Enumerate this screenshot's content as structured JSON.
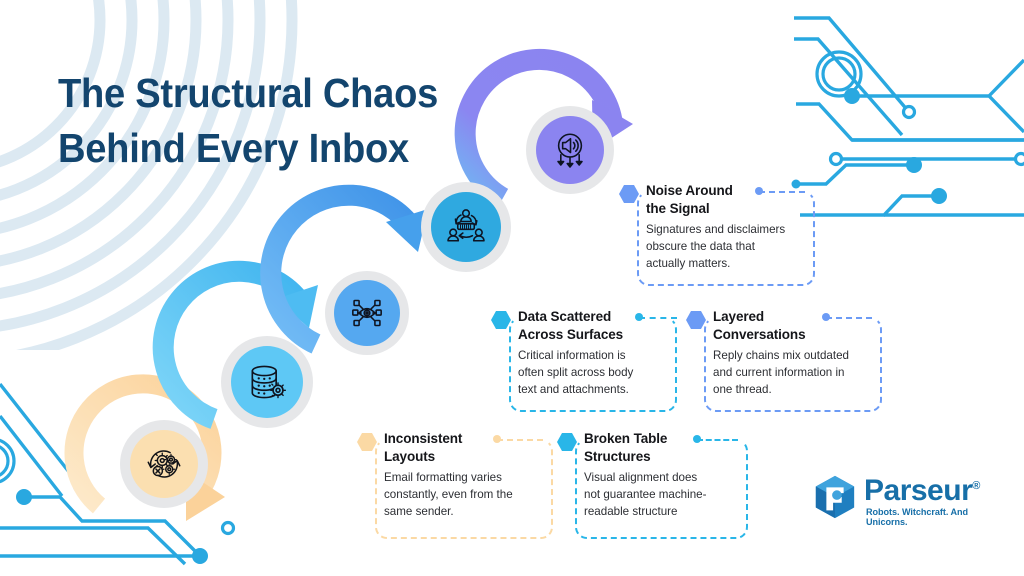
{
  "title": "The Structural Chaos\nBehind Every Inbox",
  "colors": {
    "title": "#13456e",
    "cyan": "#29b6e8",
    "blue": "#55a8f0",
    "periwinkle": "#8b84f0",
    "cornflower": "#6c9bf5",
    "peach": "#fbd9a4",
    "ring": "#e6e7e9",
    "logo": "#176fa8"
  },
  "nodes": [
    {
      "icon_name": "gears-refresh-icon",
      "disc_color": "#fbdfb0",
      "ring_color": "#e6e7e9"
    },
    {
      "icon_name": "database-gear-icon",
      "disc_color": "#5ec8f5",
      "ring_color": "#e6e7e9"
    },
    {
      "icon_name": "eye-network-icon",
      "disc_color": "#55a8f0",
      "ring_color": "#e6e7e9"
    },
    {
      "icon_name": "people-conversation-icon",
      "disc_color": "#2fa9e0",
      "ring_color": "#e6e7e9"
    },
    {
      "icon_name": "megaphone-arrows-icon",
      "disc_color": "#8b84f0",
      "ring_color": "#e6e7e9"
    }
  ],
  "arrows": [
    {
      "name": "arrow-peach",
      "color": "#fbd9a4"
    },
    {
      "name": "arrow-cyan",
      "color": "#5ec8f5"
    },
    {
      "name": "arrow-blue",
      "color": "#55a8f0"
    },
    {
      "name": "arrow-violet",
      "color": "#8b84f0"
    }
  ],
  "cards": [
    {
      "id": "noise-around-the-signal",
      "heading": "Noise Around\nthe Signal",
      "body": "Signatures and disclaimers\nobscure the data that\nactually matters.",
      "color": "#6c9bf5"
    },
    {
      "id": "data-scattered-across-surfaces",
      "heading": "Data Scattered\nAcross Surfaces",
      "body": "Critical information is\noften split across body\ntext and attachments.",
      "color": "#29b6e8"
    },
    {
      "id": "layered-conversations",
      "heading": "Layered\nConversations",
      "body": "Reply chains mix outdated\nand current information in\none thread.",
      "color": "#6c9bf5"
    },
    {
      "id": "inconsistent-layouts",
      "heading": "Inconsistent\nLayouts",
      "body": "Email formatting varies\nconstantly, even from the\nsame sender.",
      "color": "#fbd9a4"
    },
    {
      "id": "broken-table-structures",
      "heading": "Broken Table\nStructures",
      "body": "Visual alignment does\nnot guarantee machine-\nreadable structure",
      "color": "#29b6e8"
    }
  ],
  "logo": {
    "name": "Parseur",
    "registered": "®",
    "tagline": "Robots. Witchcraft. And Unicorns."
  }
}
